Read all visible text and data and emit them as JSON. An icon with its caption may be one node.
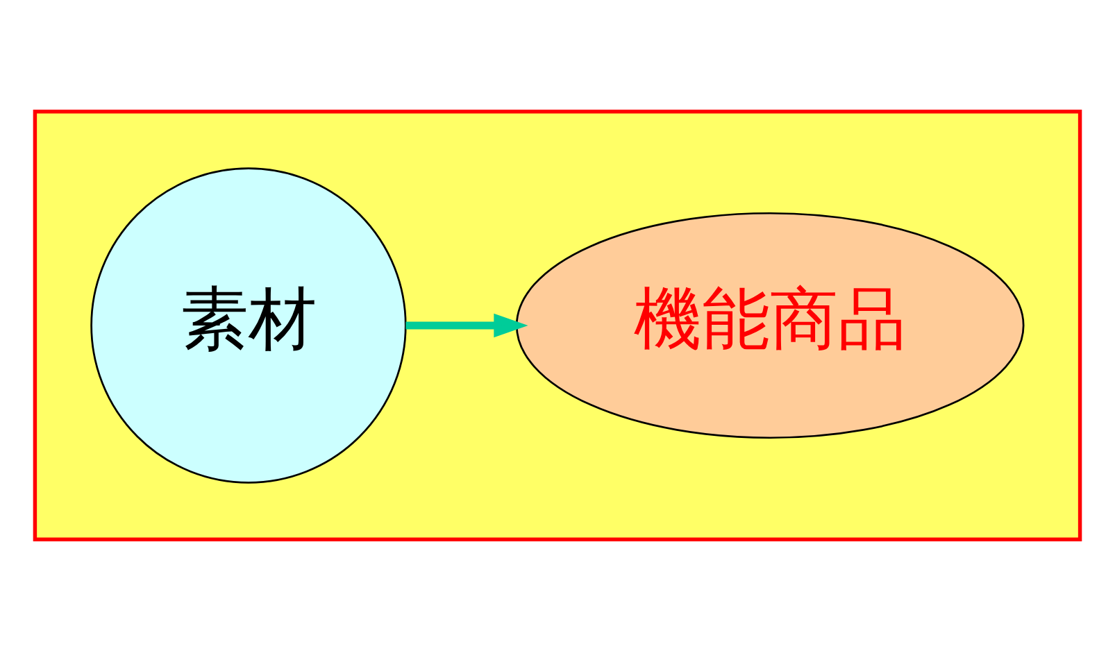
{
  "diagram": {
    "nodes": [
      {
        "text": [],
        "shape": "box"
      },
      {
        "text": [
          "素材"
        ],
        "in": 0
      },
      {
        "text": [
          "機能商品"
        ],
        "in": 0
      }
    ],
    "edges": [
      {
        "from": 1,
        "to": 2,
        "arrow": "to",
        "color": "#00cc99"
      }
    ]
  }
}
